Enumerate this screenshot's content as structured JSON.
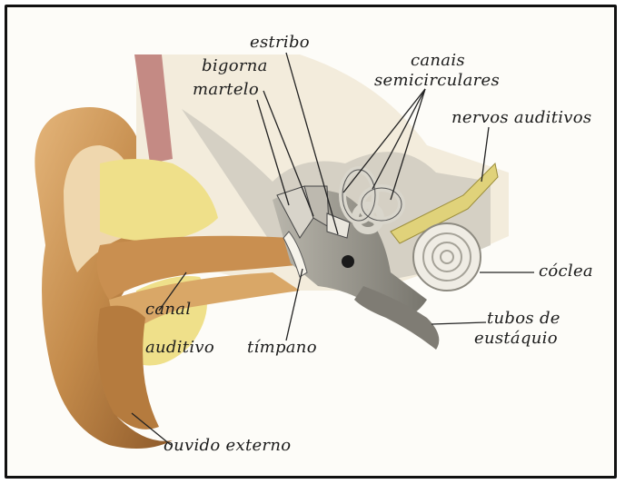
{
  "colors": {
    "skin": "#c9914e",
    "skin_dark": "#8b5a2b",
    "skin_light": "#e8c596",
    "bone": "#efe4cc",
    "fat": "#efe08a",
    "gray_tissue": "#8a8880",
    "muscle": "#c48a84"
  },
  "labels": {
    "estribo": "estribo",
    "bigorna": "bigorna",
    "martelo": "martelo",
    "canais_1": "canais",
    "canais_2": "semicirculares",
    "nervos": "nervos auditivos",
    "coclea": "cóclea",
    "tubos_1": "tubos de",
    "tubos_2": "eustáquio",
    "canal_1": "canal",
    "canal_2": "auditivo",
    "timpano": "tímpano",
    "ouvido": "ouvido externo"
  }
}
